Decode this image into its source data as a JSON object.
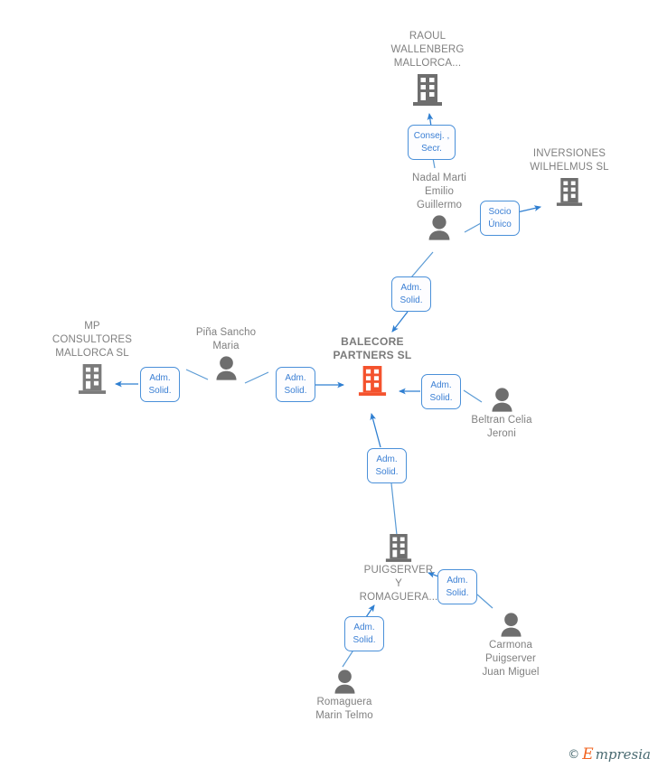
{
  "diagram": {
    "title": "BALECORE PARTNERS SL corporate relationship network",
    "colors": {
      "entity_gray": "#6e6e6e",
      "highlight_orange": "#f4522d",
      "edge_blue": "#3b7fd4",
      "chip_border": "#4a90d9",
      "chip_text": "#3b7fd4",
      "label_gray": "#808080",
      "background": "#ffffff"
    }
  },
  "nodes": [
    {
      "id": "raoul",
      "label": "RAOUL\nWALLENBERG\nMALLORCA...",
      "icon": "building-icon",
      "type": "company"
    },
    {
      "id": "inversiones",
      "label": "INVERSIONES\nWILHELMUS SL",
      "icon": "building-icon",
      "type": "company"
    },
    {
      "id": "nadal",
      "label": "Nadal Marti\nEmilio\nGuillermo",
      "icon": "person-icon",
      "type": "person"
    },
    {
      "id": "mp",
      "label": "MP\nCONSULTORES\nMALLORCA  SL",
      "icon": "building-icon",
      "type": "company"
    },
    {
      "id": "pina",
      "label": "Piña Sancho\nMaria",
      "icon": "person-icon",
      "type": "person"
    },
    {
      "id": "balecore",
      "label": "BALECORE\nPARTNERS  SL",
      "icon": "building-icon-highlight",
      "type": "company-focus"
    },
    {
      "id": "beltran",
      "label": "Beltran Celia\nJeroni",
      "icon": "person-icon",
      "type": "person"
    },
    {
      "id": "puigserver_co",
      "label": "PUIGSERVER\nY\nROMAGUERA...",
      "icon": "building-icon",
      "type": "company"
    },
    {
      "id": "carmona",
      "label": "Carmona\nPuigserver\nJuan Miguel",
      "icon": "person-icon",
      "type": "person"
    },
    {
      "id": "romaguera",
      "label": "Romaguera\nMarin Telmo",
      "icon": "person-icon",
      "type": "person"
    }
  ],
  "relations": [
    {
      "id": "rel_nadal_raoul",
      "label": "Consej. ,\nSecr.",
      "from": "nadal",
      "to": "raoul"
    },
    {
      "id": "rel_nadal_inversiones",
      "label": "Socio\nÚnico",
      "from": "nadal",
      "to": "inversiones"
    },
    {
      "id": "rel_nadal_balecore",
      "label": "Adm.\nSolid.",
      "from": "nadal",
      "to": "balecore"
    },
    {
      "id": "rel_pina_mp",
      "label": "Adm.\nSolid.",
      "from": "pina",
      "to": "mp"
    },
    {
      "id": "rel_pina_balecore",
      "label": "Adm.\nSolid.",
      "from": "pina",
      "to": "balecore"
    },
    {
      "id": "rel_beltran_balecore",
      "label": "Adm.\nSolid.",
      "from": "beltran",
      "to": "balecore"
    },
    {
      "id": "rel_puig_balecore",
      "label": "Adm.\nSolid.",
      "from": "puigserver_co",
      "to": "balecore"
    },
    {
      "id": "rel_carmona_puig",
      "label": "Adm.\nSolid.",
      "from": "carmona",
      "to": "puigserver_co"
    },
    {
      "id": "rel_romaguera_puig",
      "label": "Adm.\nSolid.",
      "from": "romaguera",
      "to": "puigserver_co"
    }
  ],
  "watermark": {
    "copyright": "©",
    "brand_initial": "E",
    "brand_rest": "mpresia"
  }
}
